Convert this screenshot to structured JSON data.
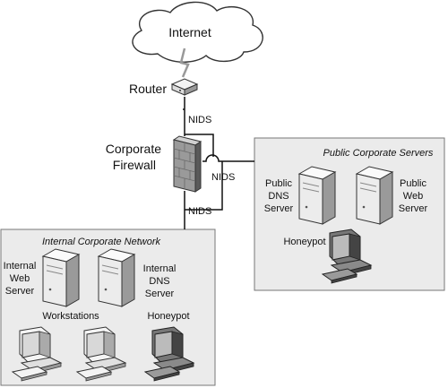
{
  "internet": {
    "label": "Internet"
  },
  "router": {
    "label": "Router"
  },
  "firewall": {
    "label_line1": "Corporate",
    "label_line2": "Firewall"
  },
  "nids": {
    "top": "NIDS",
    "middle": "NIDS",
    "bottom": "NIDS"
  },
  "public_zone": {
    "title": "Public Corporate Servers",
    "dns_server": [
      "Public",
      "DNS",
      "Server"
    ],
    "web_server": [
      "Public",
      "Web",
      "Server"
    ],
    "honeypot": "Honeypot"
  },
  "internal_zone": {
    "title": "Internal Corporate Network",
    "web_server": [
      "Internal",
      "Web",
      "Server"
    ],
    "dns_server": [
      "Internal",
      "DNS",
      "Server"
    ],
    "workstations": "Workstations",
    "honeypot": "Honeypot"
  },
  "colors": {
    "zone_fill": "#ebebeb",
    "zone_stroke": "#777777",
    "cloud_fill": "#ffffff",
    "device_light": "#f2f2f2",
    "device_dark": "#555555"
  }
}
